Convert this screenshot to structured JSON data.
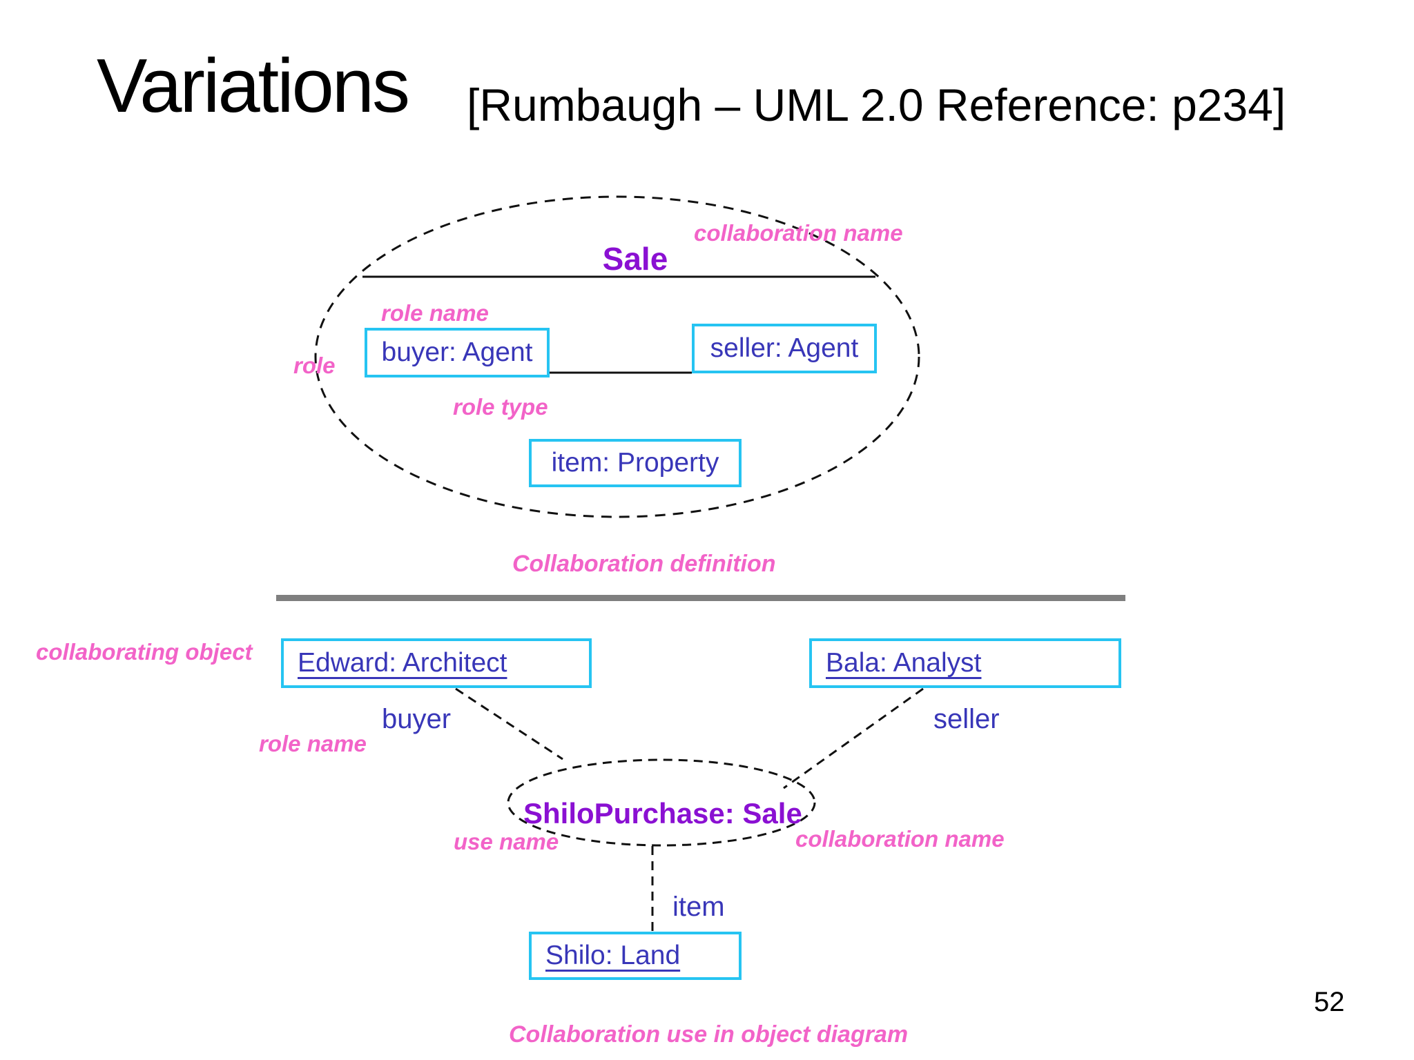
{
  "slide": {
    "title": "Variations",
    "subtitle": "[Rumbaugh – UML 2.0 Reference: p234]",
    "page_number": "52"
  },
  "colors": {
    "annotation_pink": "#F263C8",
    "collaboration_purple": "#8A10D2",
    "object_text_blue": "#3836B8",
    "box_border_cyan": "#26C4F2",
    "divider_gray": "#7F7F7F",
    "line_black": "#111111"
  },
  "definition_section": {
    "collaboration_name_value": "Sale",
    "caption": "Collaboration definition",
    "roles": [
      {
        "label": "buyer: Agent"
      },
      {
        "label": "seller: Agent"
      },
      {
        "label": "item: Property"
      }
    ],
    "annotations": {
      "collaboration_name": "collaboration name",
      "role_name": "role name",
      "role": "role",
      "role_type": "role type"
    }
  },
  "use_section": {
    "use_name_value": "ShiloPurchase: Sale",
    "caption": "Collaboration use in object diagram",
    "objects": [
      {
        "label": "Edward: Architect"
      },
      {
        "label": "Bala: Analyst"
      },
      {
        "label": "Shilo: Land"
      }
    ],
    "role_labels": [
      {
        "label": "buyer"
      },
      {
        "label": "seller"
      },
      {
        "label": "item"
      }
    ],
    "annotations": {
      "collaborating_object": "collaborating object",
      "role_name": "role name",
      "use_name": "use name",
      "collaboration_name": "collaboration name"
    }
  }
}
